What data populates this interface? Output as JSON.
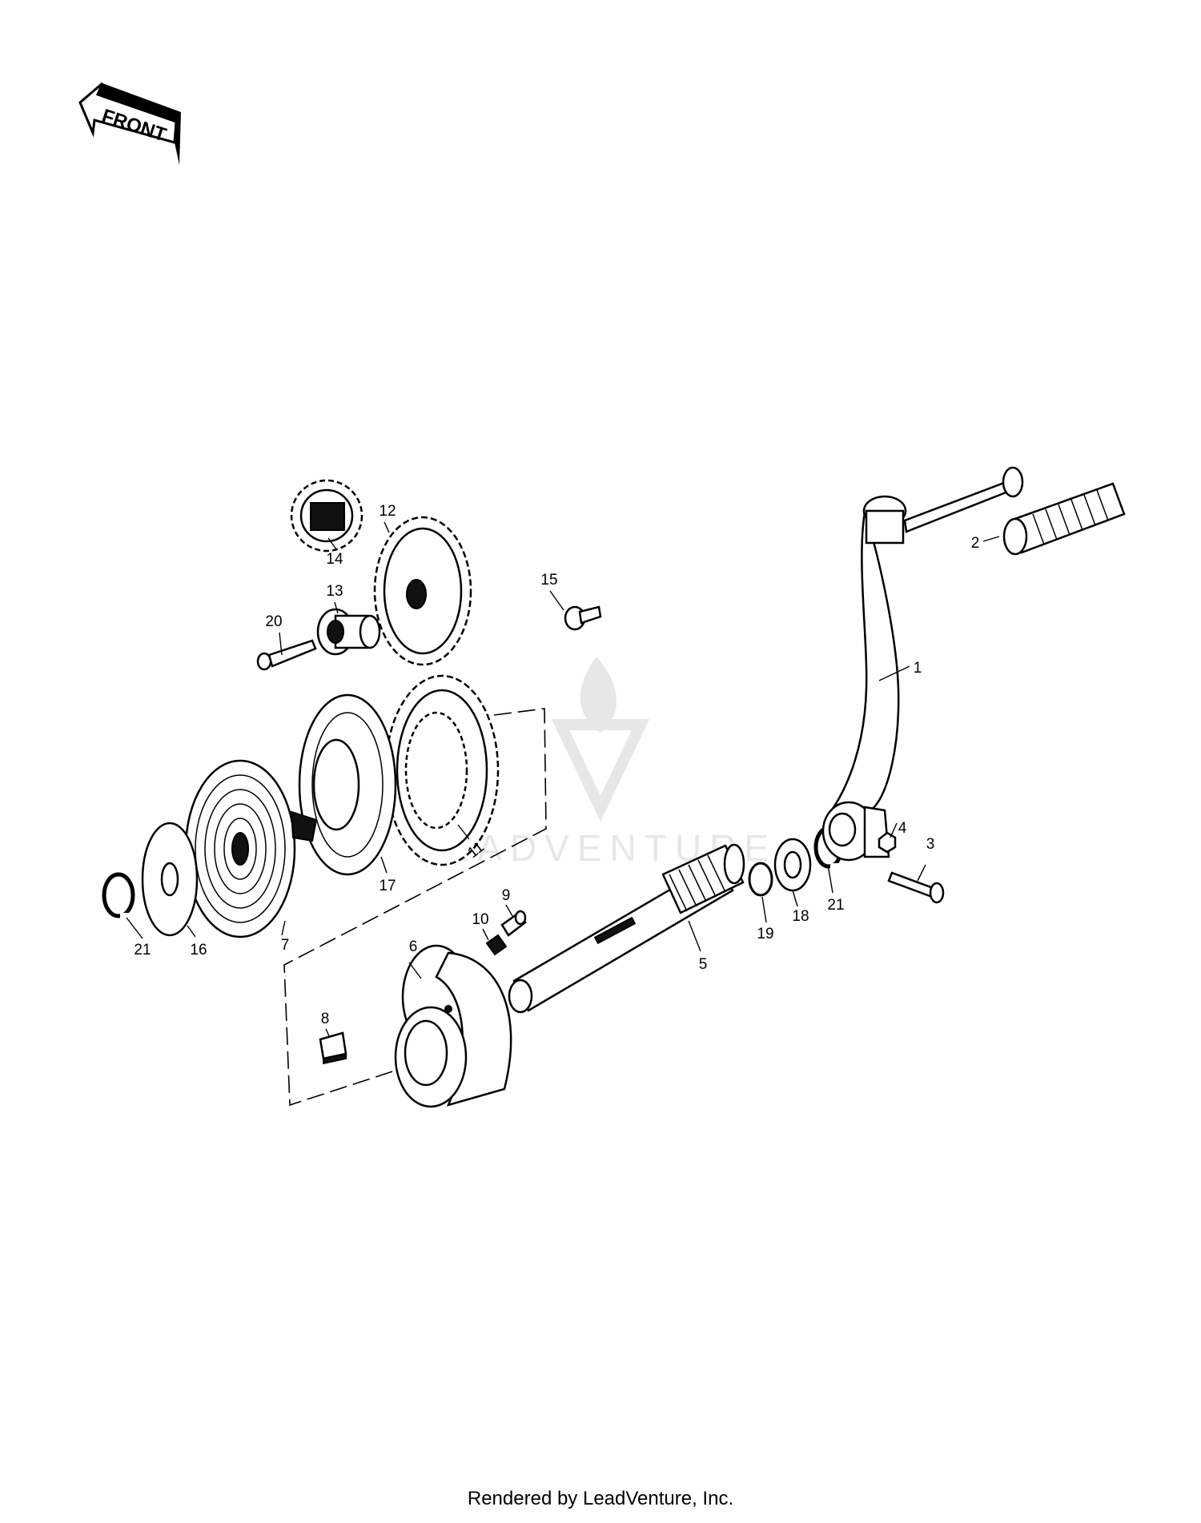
{
  "front_arrow": {
    "label": "FRONT"
  },
  "watermark": {
    "text": "LEADVENTURE"
  },
  "parts": [
    {
      "number": "1"
    },
    {
      "number": "2"
    },
    {
      "number": "3"
    },
    {
      "number": "4"
    },
    {
      "number": "5"
    },
    {
      "number": "6"
    },
    {
      "number": "7"
    },
    {
      "number": "8"
    },
    {
      "number": "9"
    },
    {
      "number": "10"
    },
    {
      "number": "11"
    },
    {
      "number": "12"
    },
    {
      "number": "13"
    },
    {
      "number": "14"
    },
    {
      "number": "15"
    },
    {
      "number": "16"
    },
    {
      "number": "17"
    },
    {
      "number": "18"
    },
    {
      "number": "19"
    },
    {
      "number": "20"
    },
    {
      "number": "21"
    }
  ],
  "footer": {
    "text": "Rendered by LeadVenture, Inc."
  }
}
